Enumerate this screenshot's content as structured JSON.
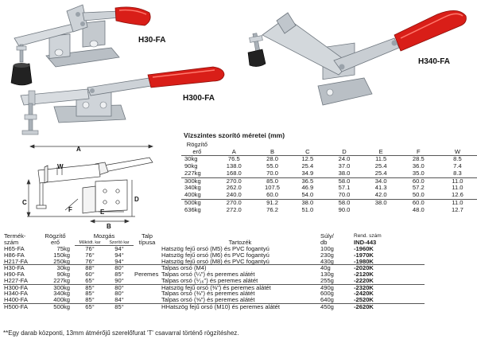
{
  "products": {
    "h30": "H30-FA",
    "h300": "H300-FA",
    "h340": "H340-FA"
  },
  "diagram": {
    "label_a": "A",
    "label_b": "B",
    "label_c": "C",
    "label_d": "D",
    "label_e": "E",
    "label_f": "F",
    "label_w": "W"
  },
  "dimensions_table": {
    "title": "Vízszintes szorító méretei (mm)",
    "header_force_line1": "Rögzítő",
    "header_force_line2": "erő",
    "columns": [
      "A",
      "B",
      "C",
      "D",
      "E",
      "F",
      "W"
    ],
    "rows": [
      {
        "force": "30kg",
        "values": [
          "76.5",
          "28.0",
          "12.5",
          "24.0",
          "11.5",
          "28.5",
          "8.5"
        ]
      },
      {
        "force": "90kg",
        "values": [
          "138.0",
          "55.0",
          "25.4",
          "37.0",
          "25.4",
          "36.0",
          "7.4"
        ]
      },
      {
        "force": "227kg",
        "values": [
          "168.0",
          "70.0",
          "34.9",
          "38.0",
          "25.4",
          "35.0",
          "8.3"
        ]
      },
      {
        "force": "300kg",
        "values": [
          "270.0",
          "85.0",
          "36.5",
          "58.0",
          "34.0",
          "60.0",
          "11.0"
        ]
      },
      {
        "force": "340kg",
        "values": [
          "262.0",
          "107.5",
          "46.9",
          "57.1",
          "41.3",
          "57.2",
          "11.0"
        ]
      },
      {
        "force": "400kg",
        "values": [
          "240.0",
          "60.0",
          "54.0",
          "70.0",
          "42.0",
          "50.0",
          "12.6"
        ]
      },
      {
        "force": "500kg",
        "values": [
          "270.0",
          "91.2",
          "38.0",
          "58.0",
          "38.0",
          "60.0",
          "11.0"
        ]
      },
      {
        "force": "636kg",
        "values": [
          "272.0",
          "76.2",
          "51.0",
          "90.0",
          "",
          "48.0",
          "12.7"
        ]
      }
    ]
  },
  "models_table": {
    "h_model_1": "Termék-",
    "h_model_2": "szám",
    "h_force_1": "Rögzítő",
    "h_force_2": "erő",
    "h_angle": "Mozgás",
    "h_angle_open": "Működt. kar",
    "h_angle_clamp": "Szorító kar",
    "h_base_1": "Talp",
    "h_base_2": "típusa",
    "h_spec": "Tartozék",
    "h_qty_1": "Súly/",
    "h_qty_2": "db",
    "h_order_1": "Rend. szám",
    "h_order_2": "IND-443",
    "rows": [
      {
        "model": "H65-FA",
        "force": "75kg",
        "a1": "76°",
        "a2": "94°",
        "base": "",
        "spec": "Hatszög fejű orsó (M5) és PVC fogantyú",
        "qty": "100g",
        "order": "-1960K"
      },
      {
        "model": "H86-FA",
        "force": "150kg",
        "a1": "76°",
        "a2": "94°",
        "base": "",
        "spec": "Hatszög fejű orsó (M6) és PVC fogantyú",
        "qty": "230g",
        "order": "-1970K"
      },
      {
        "model": "H217-FA",
        "force": "250kg",
        "a1": "76°",
        "a2": "94°",
        "base": "",
        "spec": "Hatszög fejű orsó (M8) és PVC fogantyú",
        "qty": "430g",
        "order": "-1980K"
      },
      {
        "model": "H30-FA",
        "force": "30kg",
        "a1": "88°",
        "a2": "80°",
        "base": "",
        "spec": "Talpas orsó (M4)",
        "qty": "40g",
        "order": "-2020K"
      },
      {
        "model": "H90-FA",
        "force": "90kg",
        "a1": "60°",
        "a2": "85°",
        "base": "Peremes",
        "spec": "Talpas orsó (¼\") és peremes alátét",
        "qty": "130g",
        "order": "-2120K"
      },
      {
        "model": "H227-FA",
        "force": "227kg",
        "a1": "65°",
        "a2": "90°",
        "base": "",
        "spec": "Talpas orsó (⁵⁄₁₆\") és peremes alátét",
        "qty": "255g",
        "order": "-2220K"
      },
      {
        "model": "H300-FA",
        "force": "300kg",
        "a1": "85°",
        "a2": "80°",
        "base": "",
        "spec": "Hatszög fejű orsó (⅜\") és peremes alátét",
        "qty": "490g",
        "order": "-2320K"
      },
      {
        "model": "H340-FA",
        "force": "340kg",
        "a1": "85°",
        "a2": "80°",
        "base": "",
        "spec": "Talpas orsó (⅜\") és peremes alátét",
        "qty": "600g",
        "order": "-2420K"
      },
      {
        "model": "H400-FA",
        "force": "400kg",
        "a1": "85°",
        "a2": "84°",
        "base": "",
        "spec": "Talpas orsó (⅝\") és peremes alátét",
        "qty": "640g",
        "order": "-2520K"
      },
      {
        "model": "H500-FA",
        "force": "500kg",
        "a1": "65°",
        "a2": "85°",
        "base": "",
        "spec": "HHatszög fejű orsó (M10) és peremes alátét",
        "qty": "450g",
        "order": "-2620K"
      }
    ]
  },
  "footnote": "**Egy darab központi, 13mm átmérőjű szerelőfurat 'T' csavarral történő rögzítéshez.",
  "colors": {
    "handle_red": "#d91e18",
    "steel": "#c9ced3",
    "steel_dark": "#8c949c",
    "rubber": "#222222"
  }
}
